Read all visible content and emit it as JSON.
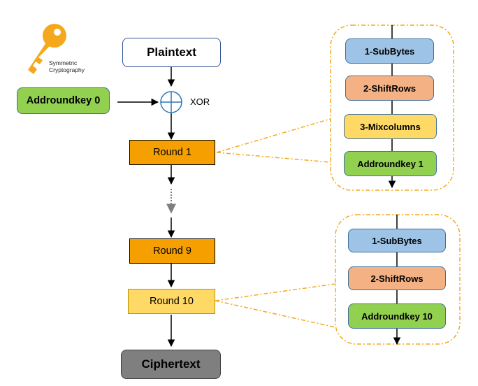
{
  "logo": {
    "line1": "Symmetric",
    "line2": "Cryptography",
    "icon": "key-icon",
    "color": "#F5A81C"
  },
  "main_flow": {
    "plaintext": "Plaintext",
    "initial_key": "Addroundkey 0",
    "xor_label": "XOR",
    "round1": "Round 1",
    "round9": "Round 9",
    "round10": "Round 10",
    "ciphertext": "Ciphertext"
  },
  "round_detail": {
    "steps": [
      "1-SubBytes",
      "2-ShiftRows",
      "3-Mixcolumns",
      "Addroundkey 1"
    ]
  },
  "final_round_detail": {
    "steps": [
      "1-SubBytes",
      "2-ShiftRows",
      "Addroundkey 10"
    ]
  },
  "colors": {
    "plaintext_fill": "#FFFFFF",
    "plaintext_border": "#2F5597",
    "addroundkey_fill": "#92D050",
    "addroundkey_border": "#41719C",
    "round_fill": "#F5A000",
    "round10_fill": "#FFD966",
    "subbytes_fill": "#9DC3E6",
    "shiftrows_fill": "#F4B183",
    "mixcolumns_fill": "#FFD966",
    "ciphertext_fill": "#7F7F7F",
    "callout_border": "#F5A81C",
    "xor_stroke": "#2E75B6"
  }
}
